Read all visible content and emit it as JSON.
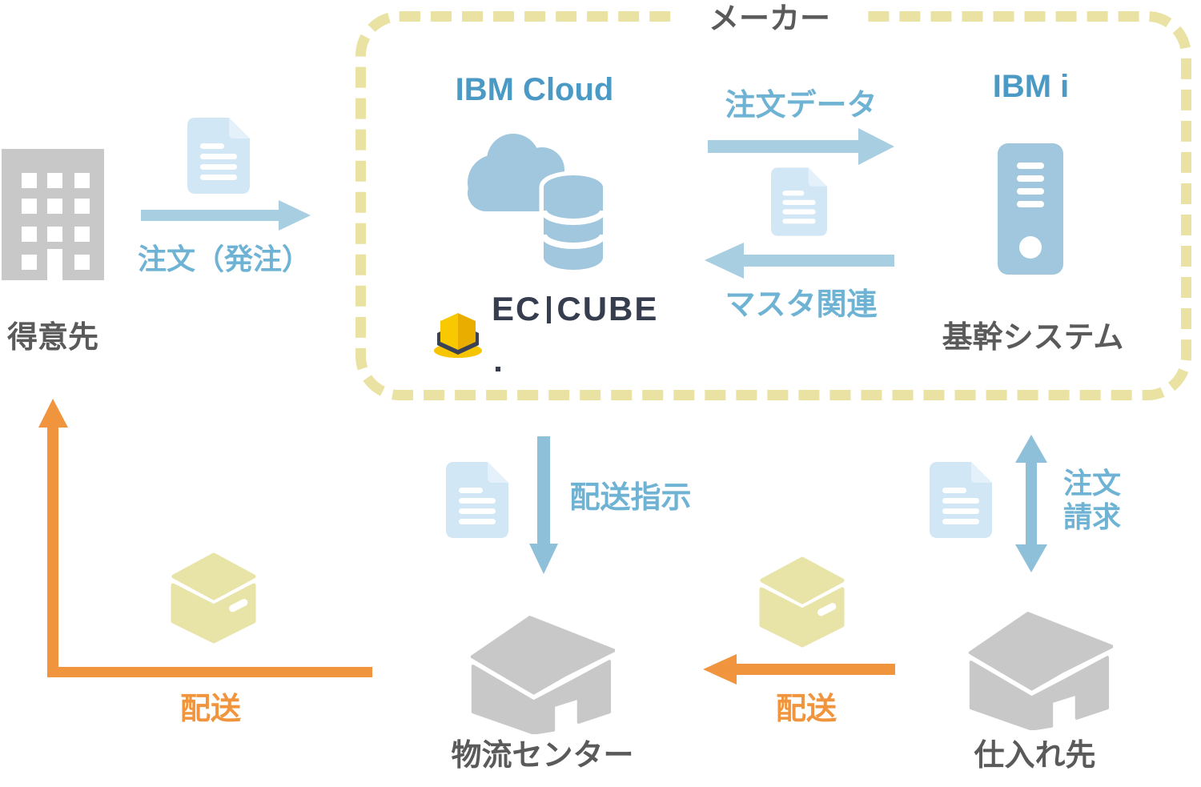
{
  "colors": {
    "accent_blue": "#4b9ac6",
    "label_blue": "#6fb3d4",
    "icon_blue": "#a0c7dd",
    "arrow_blue_light": "#a8cee1",
    "arrow_blue_mid": "#8fc0d9",
    "orange": "#f0953e",
    "icon_gray": "#c8c8c8",
    "text_gray": "#5a5a5a",
    "dash_yellow": "#e9e2a3",
    "package_yellow": "#e8e3a6",
    "document_blue": "#d2e7f5",
    "eccube_navy": "#363d4e",
    "eccube_yellow": "#f6c400"
  },
  "maker": {
    "title": "メーカー",
    "ibm_cloud_label": "IBM Cloud",
    "ibm_i_label": "IBM i",
    "core_system_label": "基幹システム",
    "flow_order_data": "注文データ",
    "flow_master": "マスタ関連"
  },
  "eccube_logo": {
    "ec": "EC",
    "cube": "CUBE"
  },
  "customer": {
    "label": "得意先",
    "flow_order": "注文（発注）"
  },
  "logistics": {
    "flow_delivery_instruction": "配送指示",
    "center_label": "物流センター",
    "flow_delivery": "配送"
  },
  "supplier": {
    "label": "仕入れ先",
    "flow_order_line1": "注文",
    "flow_order_line2": "請求",
    "flow_delivery": "配送"
  }
}
